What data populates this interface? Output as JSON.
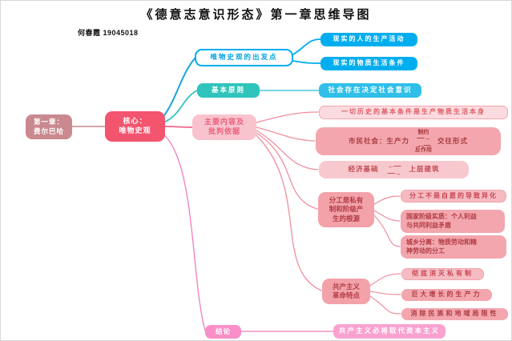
{
  "title": "《德意志意识形态》第一章思维导图",
  "author": "何春霞 19045018",
  "root": {
    "line1": "第一章：",
    "line2": "费尔巴哈"
  },
  "core": {
    "line1": "核心：",
    "line2": "唯物史观"
  },
  "starting_point": {
    "label": "唯物史观的出发点",
    "children": [
      {
        "label": "现实的人的生产活动"
      },
      {
        "label": "现实的物质生活条件"
      }
    ]
  },
  "basic_principle": {
    "label": "基本原则",
    "child": {
      "label": "社会存在决定社会意识"
    }
  },
  "main_content": {
    "line1": "主要内容及",
    "line2": "批判依据",
    "premise": {
      "label": "一切历史的基本条件是生产物质生活本身"
    },
    "civil_society": {
      "prefix": "市民社会：生产力",
      "top_label": "制约",
      "bottom_label": "反作用",
      "suffix": "交往形式"
    },
    "economic_base": {
      "left": "经济基础",
      "right": "上层建筑"
    },
    "division_of_labor": {
      "line1": "分工是私有",
      "line2": "制和阶级产",
      "line3": "生的根源",
      "children": [
        {
          "label": "分工不是自愿的导致异化"
        },
        {
          "line1": "国家阶级实质：个人利益",
          "line2": "与共同利益矛盾"
        },
        {
          "line1": "城乡分离：物质劳动和精",
          "line2": "神劳动的分工"
        }
      ]
    },
    "communist_revolution": {
      "line1": "共产主义",
      "line2": "革命特点",
      "children": [
        {
          "label": "彻底消灭私有制"
        },
        {
          "label": "巨大增长的生产力"
        },
        {
          "label": "消除民族和地域局限性"
        }
      ]
    }
  },
  "conclusion": {
    "label": "结论",
    "child": {
      "label": "共产主义必将取代资本主义"
    }
  },
  "glyphs": {
    "arrow_right": "—→",
    "arrow_left": "←—"
  },
  "colors": {
    "cyan": "#00aeef",
    "teal": "#2fc4bb",
    "sky_blue": "#2fbfe9",
    "core_pink": "#f3556f",
    "root_rose": "#c9898f",
    "light_pink_bg": "#f9c3cd",
    "salmon_bg": "#f3a6ad",
    "salmon_text": "#b23c44",
    "magenta_pink": "#f98fc8"
  }
}
